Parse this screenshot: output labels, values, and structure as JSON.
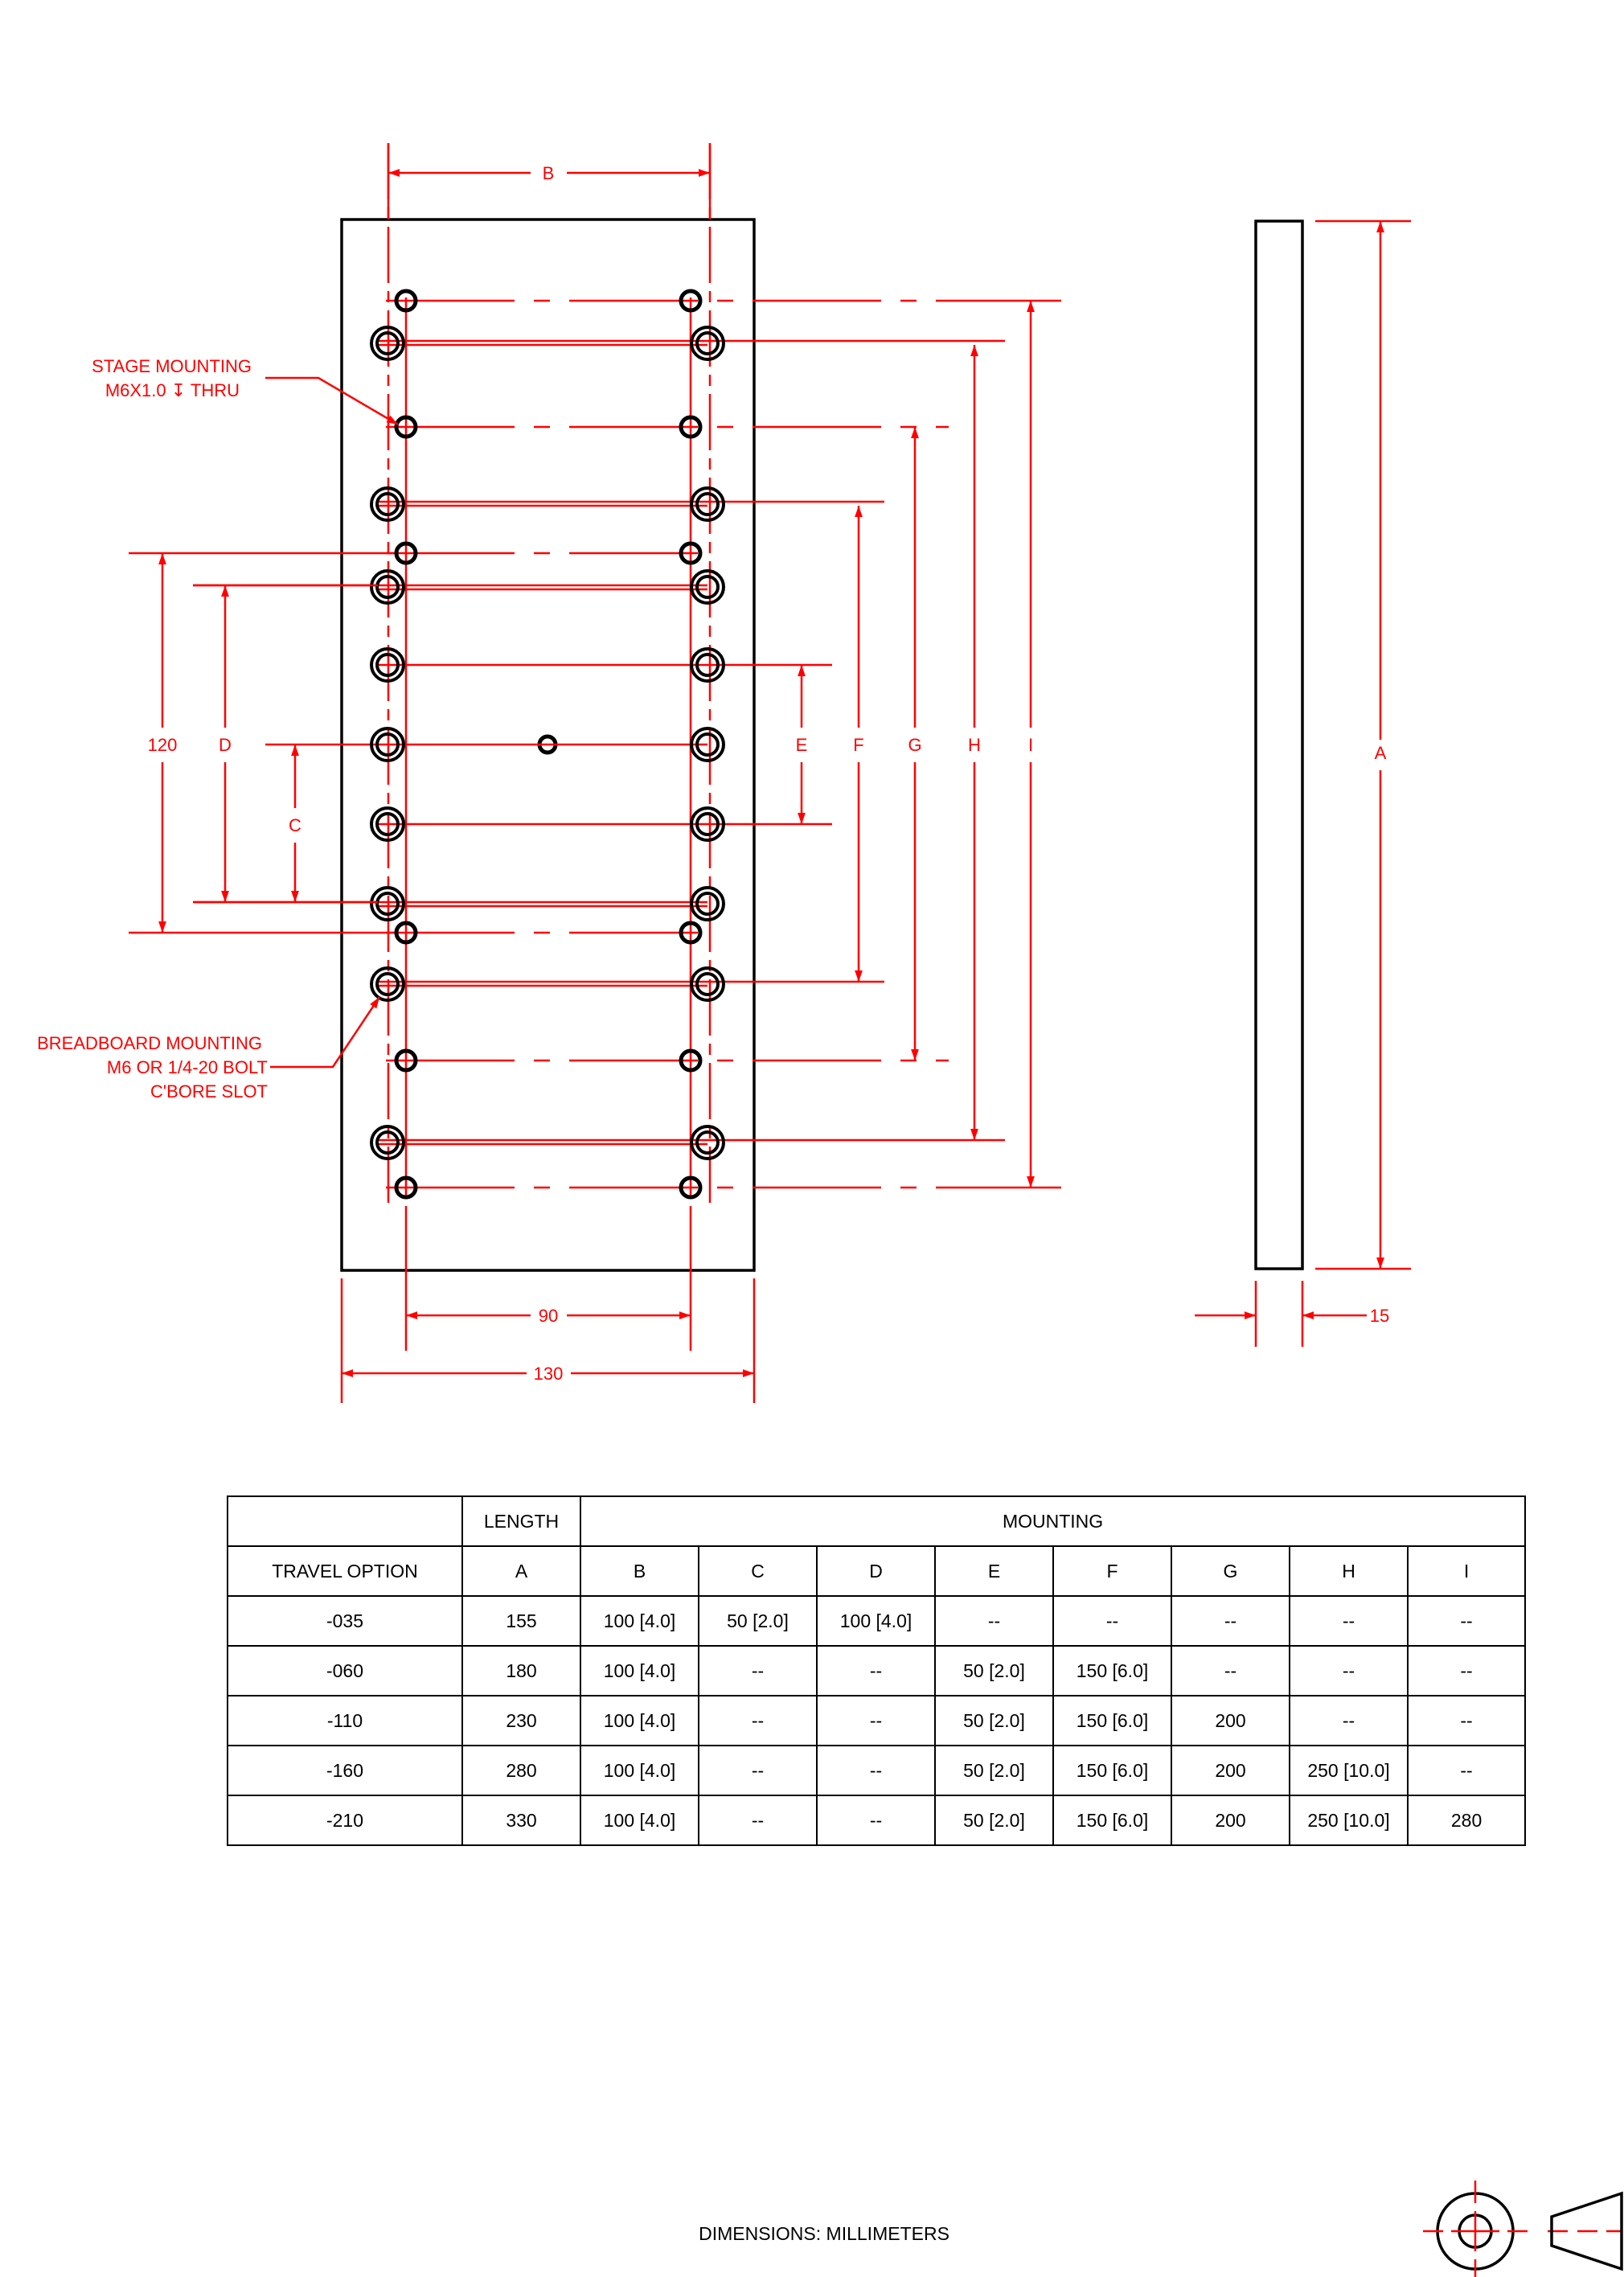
{
  "callouts": {
    "stage_mounting": {
      "line1": "STAGE MOUNTING",
      "line2": "M6X1.0 ↧ THRU"
    },
    "breadboard_mounting": {
      "line1": "BREADBOARD MOUNTING",
      "line2": "M6 OR 1/4-20 BOLT",
      "line3": "C'BORE SLOT"
    }
  },
  "dimensions": {
    "B": "B",
    "C": "C",
    "D": "D",
    "E": "E",
    "F": "F",
    "G": "G",
    "H": "H",
    "I": "I",
    "A": "A",
    "v120": "120",
    "w90": "90",
    "w130": "130",
    "t15": "15"
  },
  "table": {
    "header_length": "LENGTH",
    "header_mounting": "MOUNTING",
    "columns": [
      "TRAVEL OPTION",
      "A",
      "B",
      "C",
      "D",
      "E",
      "F",
      "G",
      "H",
      "I"
    ],
    "rows": [
      [
        "-035",
        "155",
        "100 [4.0]",
        "50 [2.0]",
        "100 [4.0]",
        "--",
        "--",
        "--",
        "--",
        "--"
      ],
      [
        "-060",
        "180",
        "100 [4.0]",
        "--",
        "--",
        "50 [2.0]",
        "150 [6.0]",
        "--",
        "--",
        "--"
      ],
      [
        "-110",
        "230",
        "100 [4.0]",
        "--",
        "--",
        "50 [2.0]",
        "150 [6.0]",
        "200",
        "--",
        "--"
      ],
      [
        "-160",
        "280",
        "100 [4.0]",
        "--",
        "--",
        "50 [2.0]",
        "150 [6.0]",
        "200",
        "250 [10.0]",
        "--"
      ],
      [
        "-210",
        "330",
        "100 [4.0]",
        "--",
        "--",
        "50 [2.0]",
        "150 [6.0]",
        "200",
        "250 [10.0]",
        "280"
      ]
    ]
  },
  "footer": {
    "units_note": "DIMENSIONS:  MILLIMETERS"
  },
  "symbols": {
    "projection": "third-angle-projection-symbol"
  },
  "colors": {
    "dimension": "#ff0000",
    "outline": "#000000"
  }
}
